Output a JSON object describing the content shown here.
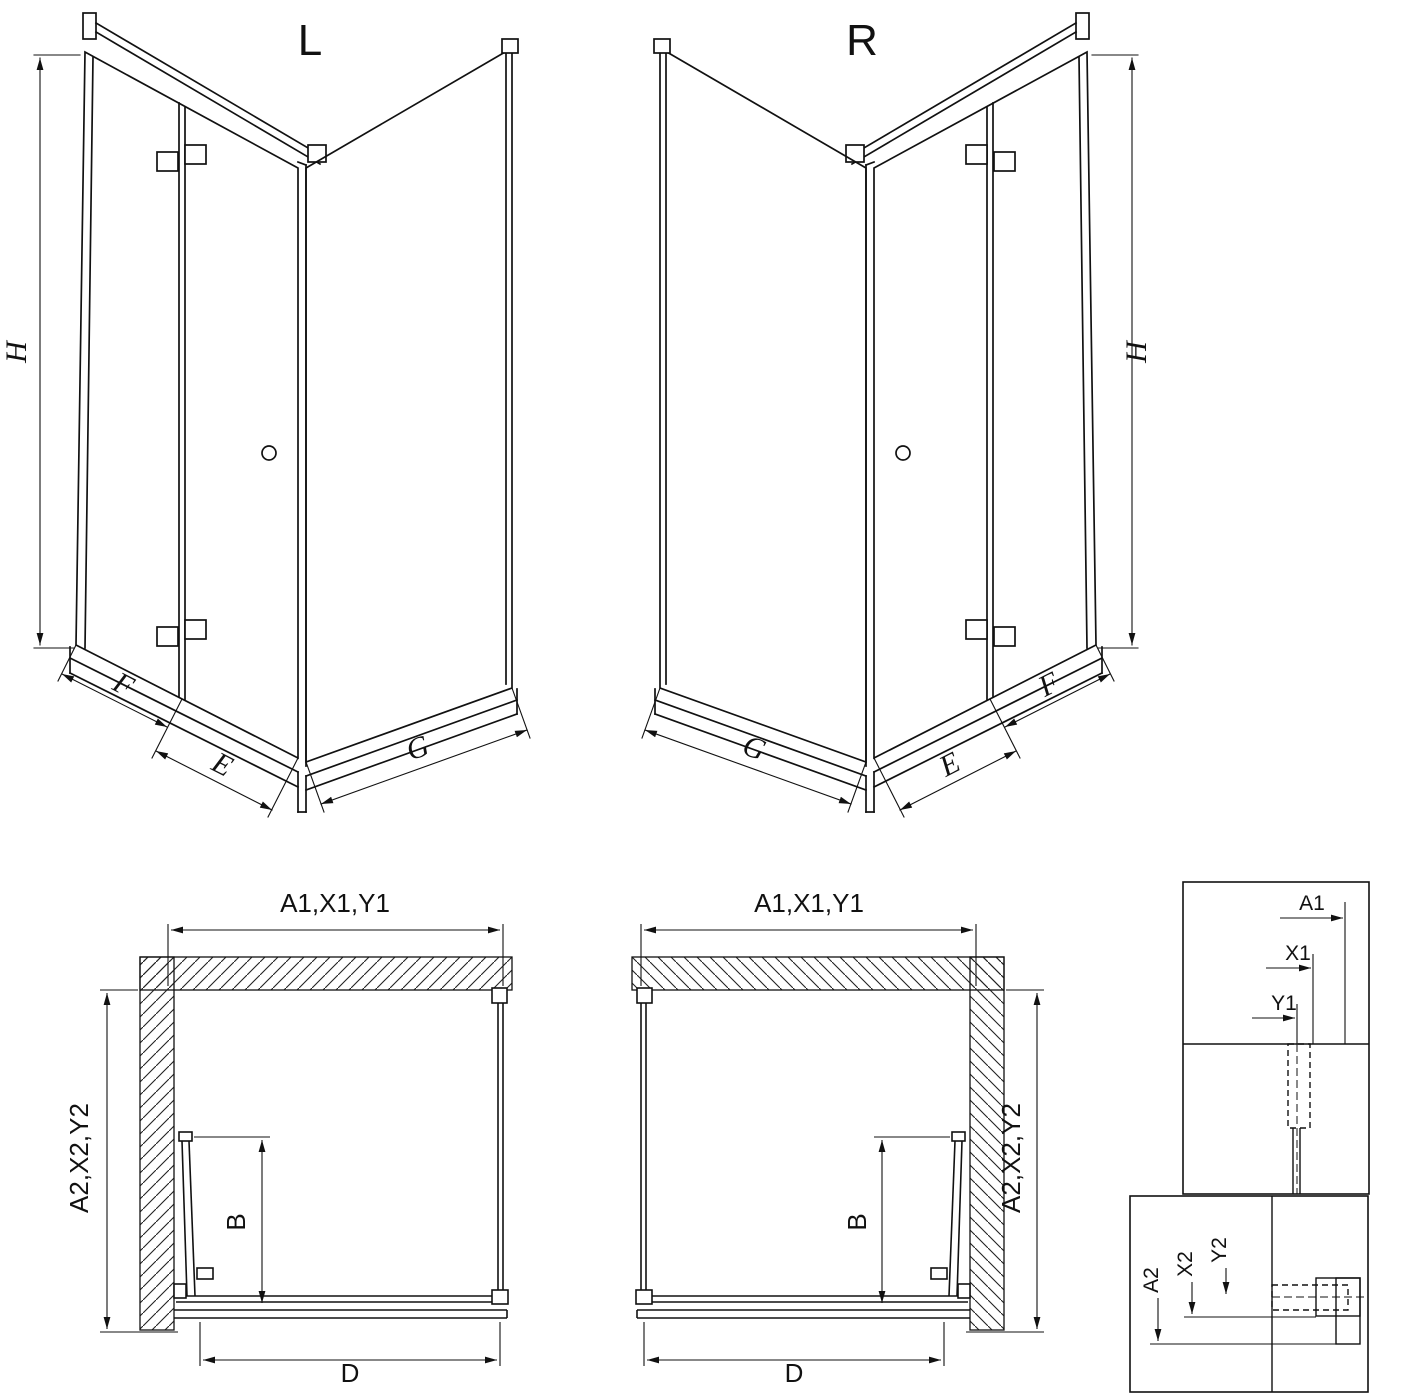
{
  "page": {
    "background": "#ffffff",
    "line_color": "#111111",
    "drawing_type": "shower enclosure corner entry technical drawing"
  },
  "views": {
    "iso_left": {
      "title": "L",
      "dim_height": "H",
      "dim_fold_panel": "F",
      "dim_door": "E",
      "dim_side_panel": "G"
    },
    "iso_right": {
      "title": "R",
      "dim_height": "H",
      "dim_fold_panel": "F",
      "dim_door": "E",
      "dim_side_panel": "G"
    },
    "plan_left": {
      "dim_width_top": "A1,X1,Y1",
      "dim_depth_side": "A2,X2,Y2",
      "dim_door_open": "B",
      "dim_entry": "D"
    },
    "plan_right": {
      "dim_width_top": "A1,X1,Y1",
      "dim_depth_side": "A2,X2,Y2",
      "dim_door_open": "B",
      "dim_entry": "D"
    },
    "detail_top_profile": {
      "dim_a": "A1",
      "dim_x": "X1",
      "dim_y": "Y1"
    },
    "detail_bottom_profile": {
      "dim_a": "A2",
      "dim_x": "X2",
      "dim_y": "Y2"
    }
  }
}
